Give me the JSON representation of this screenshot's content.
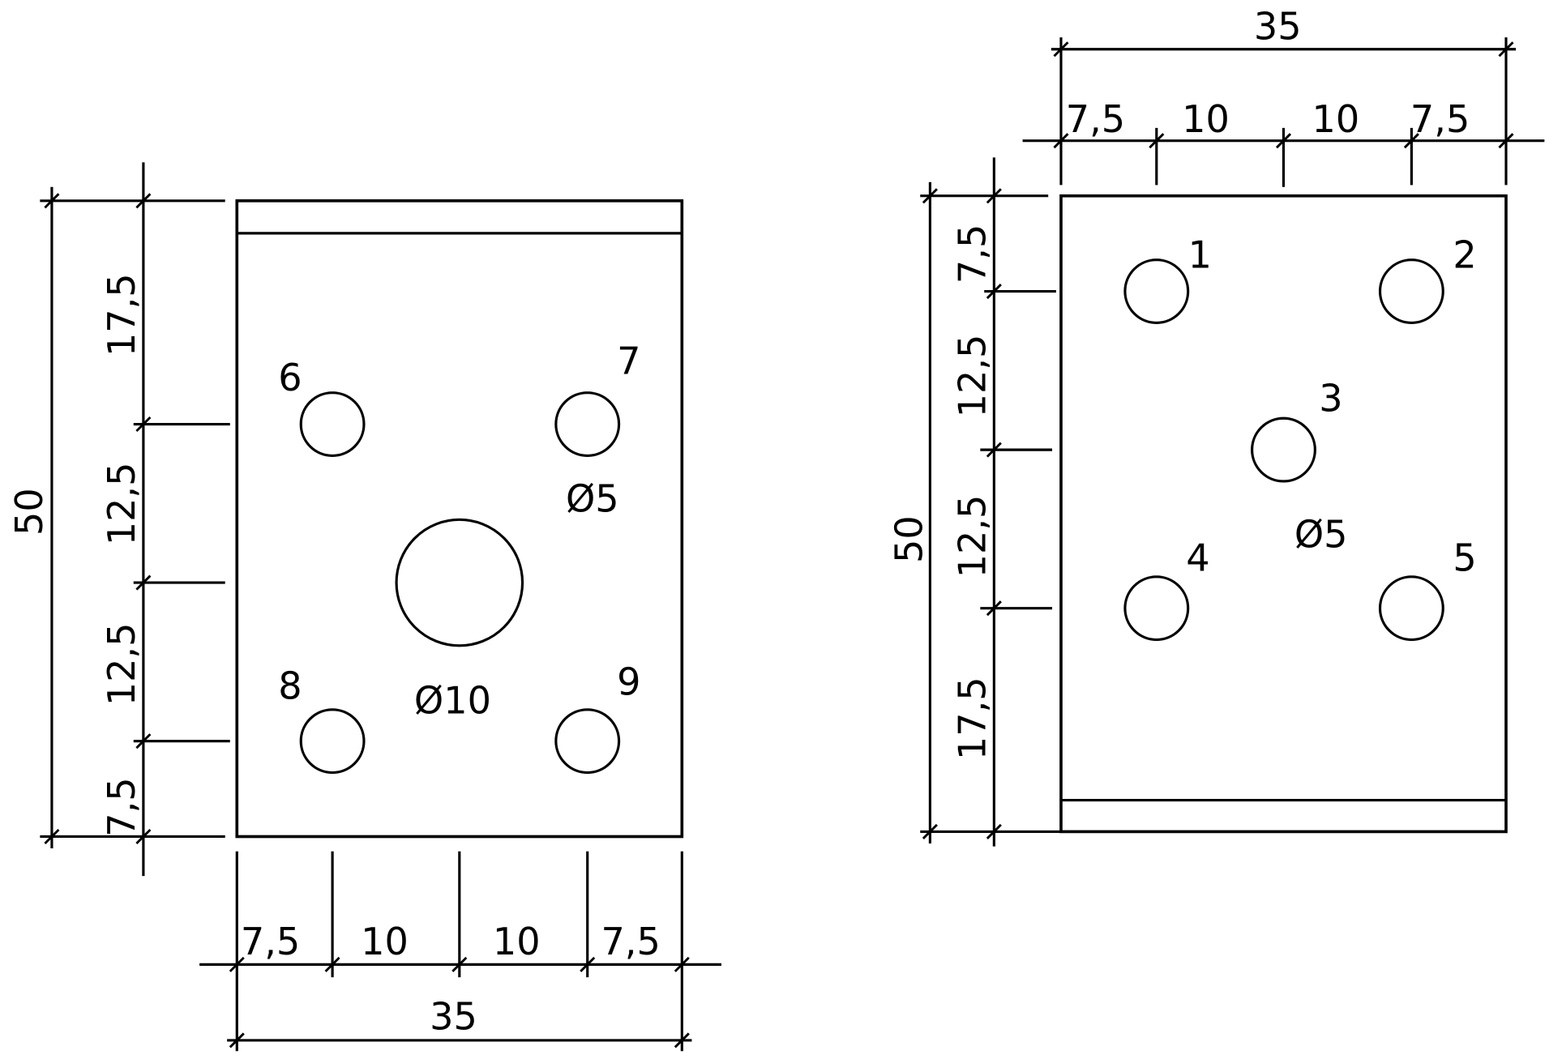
{
  "left_view": {
    "hole_numbers": [
      "6",
      "7",
      "8",
      "9"
    ],
    "small_hole_diameter": "Ø5",
    "large_hole_diameter": "Ø10",
    "vertical_dims": {
      "total": "50",
      "d1": "17,5",
      "d2": "12,5",
      "d3": "12,5",
      "d4": "7,5"
    },
    "horizontal_dims": {
      "total": "35",
      "d1": "7,5",
      "d2": "10",
      "d3": "10",
      "d4": "7,5"
    }
  },
  "right_view": {
    "hole_numbers": [
      "1",
      "2",
      "3",
      "4",
      "5"
    ],
    "hole_diameter": "Ø5",
    "vertical_dims": {
      "total": "50",
      "d1": "7,5",
      "d2": "12,5",
      "d3": "12,5",
      "d4": "17,5"
    },
    "horizontal_dims": {
      "total": "35",
      "d1": "7,5",
      "d2": "10",
      "d3": "10",
      "d4": "7,5"
    }
  }
}
